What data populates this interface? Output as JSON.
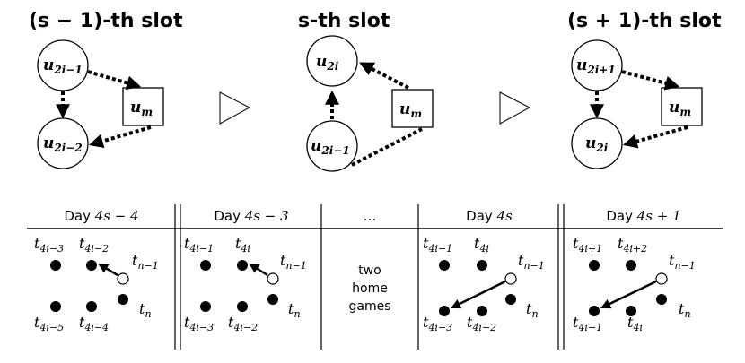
{
  "slots": [
    {
      "title": "(s − 1)-th slot",
      "nodes": {
        "a": "u",
        "a_sub": "2i−1",
        "b": "u",
        "b_sub": "2i−2",
        "m": "u",
        "m_sub": "m"
      }
    },
    {
      "title": "s-th slot",
      "nodes": {
        "a": "u",
        "a_sub": "2i",
        "b": "u",
        "b_sub": "2i−1",
        "m": "u",
        "m_sub": "m"
      }
    },
    {
      "title": "(s + 1)-th slot",
      "nodes": {
        "a": "u",
        "a_sub": "2i+1",
        "b": "u",
        "b_sub": "2i",
        "m": "u",
        "m_sub": "m"
      }
    }
  ],
  "days": [
    {
      "label": "Day ",
      "math": "4s − 4",
      "top": [
        [
          "t",
          "4i−3"
        ],
        [
          "t",
          "4i−2"
        ]
      ],
      "bottom": [
        [
          "t",
          "4i−5"
        ],
        [
          "t",
          "4i−4"
        ]
      ],
      "tn1": [
        "t",
        "n−1"
      ],
      "tn": [
        "t",
        "n"
      ]
    },
    {
      "label": "Day ",
      "math": "4s − 3",
      "top": [
        [
          "t",
          "4i−1"
        ],
        [
          "t",
          "4i"
        ]
      ],
      "bottom": [
        [
          "t",
          "4i−3"
        ],
        [
          "t",
          "4i−2"
        ]
      ],
      "tn1": [
        "t",
        "n−1"
      ],
      "tn": [
        "t",
        "n"
      ]
    },
    {
      "label": "…",
      "math": "",
      "note": [
        "two",
        "home",
        "games"
      ]
    },
    {
      "label": "Day ",
      "math": "4s",
      "top": [
        [
          "t",
          "4i−1"
        ],
        [
          "t",
          "4i"
        ]
      ],
      "bottom": [
        [
          "t",
          "4i−3"
        ],
        [
          "t",
          "4i−2"
        ]
      ],
      "tn1": [
        "t",
        "n−1"
      ],
      "tn": [
        "t",
        "n"
      ]
    },
    {
      "label": "Day ",
      "math": "4s + 1",
      "top": [
        [
          "t",
          "4i+1"
        ],
        [
          "t",
          "4i+2"
        ]
      ],
      "bottom": [
        [
          "t",
          "4i−1"
        ],
        [
          "t",
          "4i"
        ]
      ],
      "tn1": [
        "t",
        "n−1"
      ],
      "tn": [
        "t",
        "n"
      ]
    }
  ]
}
